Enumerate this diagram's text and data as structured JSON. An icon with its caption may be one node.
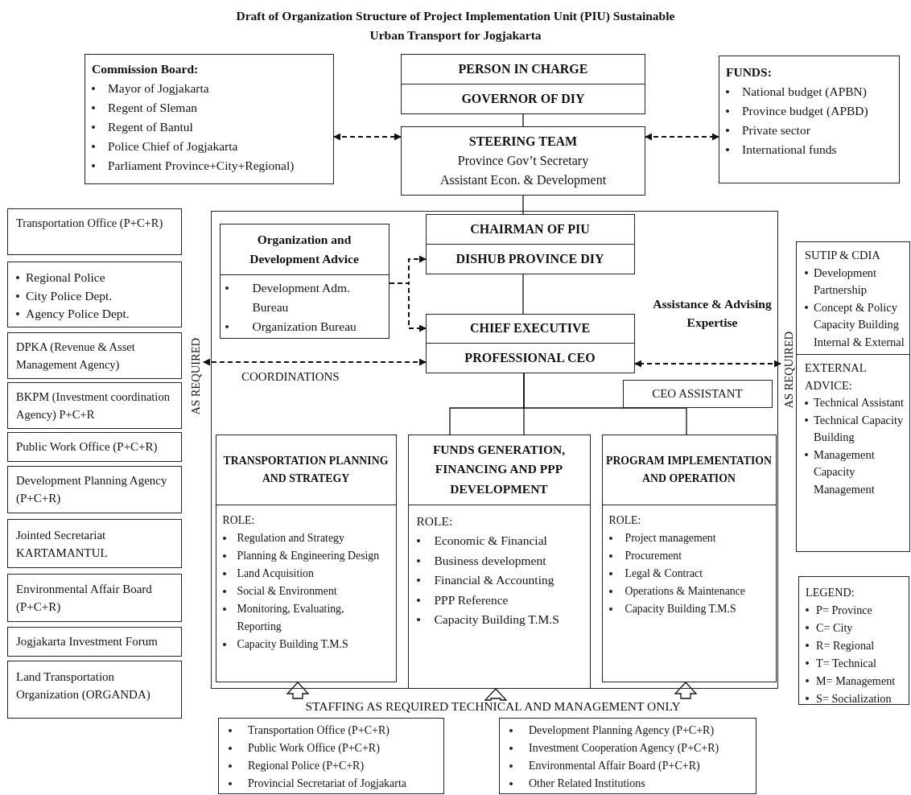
{
  "diagram": {
    "title": "Draft of Organization Structure of Project Implementation Unit (PIU) Sustainable Urban Transport for Jogjakarta",
    "nodes": [
      {
        "text": [
          "Commission Board:",
          "Mayor of Jogjakarta",
          "Regent of Sleman",
          "Regent of Bantul",
          "Police Chief of Jogjakarta",
          "Parliament Province+City+Regional)"
        ]
      },
      {
        "text": [
          "PERSON IN CHARGE",
          "GOVERNOR OF DIY"
        ]
      },
      {
        "text": [
          "STEERING TEAM",
          "Province Gov’t Secretary",
          "Assistant Econ. & Development"
        ]
      },
      {
        "text": [
          "FUNDS:",
          "National budget (APBN)",
          "Province budget (APBD)",
          "Private sector",
          "International funds"
        ]
      },
      {
        "text": [],
        "shape": "box"
      },
      {
        "text": [
          "Organization and Development Advice",
          "Development Adm. Bureau",
          "Organization Bureau"
        ],
        "in": 4
      },
      {
        "text": [
          "CHAIRMAN OF PIU",
          "DISHUB PROVINCE DIY"
        ],
        "in": 4
      },
      {
        "text": [
          "CHIEF EXECUTIVE",
          "PROFESSIONAL CEO"
        ],
        "in": 4
      },
      {
        "text": [
          "CEO ASSISTANT"
        ],
        "in": 4
      },
      {
        "text": [
          "TRANSPORTATION PLANNING AND STRATEGY",
          "ROLE:",
          "Regulation and Strategy",
          "Planning & Engineering Design",
          "Land Acquisition",
          "Social & Environment",
          "Monitoring, Evaluating, Reporting",
          "Capacity Building T.M.S"
        ],
        "in": 4
      },
      {
        "text": [
          "FUNDS GENERATION, FINANCING AND PPP DEVELOPMENT",
          "ROLE:",
          "Economic & Financial",
          "Business development",
          "Financial & Accounting",
          "PPP Reference",
          "Capacity Building T.M.S"
        ],
        "in": 4
      },
      {
        "text": [
          "PROGRAM IMPLEMENTATION AND OPERATION",
          "ROLE:",
          "Project management",
          "Procurement",
          "Legal & Contract",
          "Operations & Maintenance",
          "Capacity Building T.M.S"
        ],
        "in": 4
      },
      {
        "text": [
          "Transportation Office (P+C+R)"
        ]
      },
      {
        "text": [
          "Regional Police",
          "City Police Dept.",
          "Agency Police Dept."
        ]
      },
      {
        "text": [
          "DPKA (Revenue & Asset Management Agency)"
        ]
      },
      {
        "text": [
          "BKPM (Investment coordination Agency) P+C+R"
        ]
      },
      {
        "text": [
          "Public Work Office (P+C+R)"
        ]
      },
      {
        "text": [
          "Development Planning Agency (P+C+R)"
        ]
      },
      {
        "text": [
          "Jointed Secretariat KARTAMANTUL"
        ]
      },
      {
        "text": [
          "Environmental Affair Board (P+C+R)"
        ]
      },
      {
        "text": [
          "Jogjakarta Investment Forum"
        ]
      },
      {
        "text": [
          "Land Transportation Organization (ORGANDA)"
        ]
      },
      {
        "text": [
          "AS REQUIRED"
        ]
      },
      {
        "text": [
          "AS REQUIRED"
        ]
      },
      {
        "text": [
          "SUTIP & CDIA",
          "Development Partnership",
          "Concept & Policy Capacity Building Internal & External",
          "EXTERNAL ADVICE:",
          "Technical Assistant",
          "Technical Capacity Building",
          "Management Capacity Management"
        ]
      },
      {
        "text": [
          "LEGEND:",
          "P= Province",
          "C= City",
          "R= Regional",
          "T= Technical",
          "M= Management",
          "S= Socialization"
        ]
      },
      {
        "text": [
          "STAFFING AS REQUIRED TECHNICAL AND MANAGEMENT ONLY"
        ]
      },
      {
        "text": [
          "Transportation Office (P+C+R)",
          "Public Work Office (P+C+R)",
          "Regional Police (P+C+R)",
          "Provincial Secretariat of Jogjakarta"
        ]
      },
      {
        "text": [
          "Development Planning Agency (P+C+R)",
          "Investment Cooperation Agency (P+C+R)",
          "Environmental Affair Board (P+C+R)",
          "Other Related Institutions"
        ]
      }
    ],
    "edges": [
      {
        "from": 0,
        "to": 2,
        "arrow": "both",
        "style": "dashed"
      },
      {
        "from": 2,
        "to": 3,
        "arrow": "both",
        "style": "dashed"
      },
      {
        "from": 1,
        "to": 2,
        "arrow": "none"
      },
      {
        "from": 2,
        "to": 6,
        "arrow": "none"
      },
      {
        "from": 5,
        "to": 6,
        "arrow": "to",
        "style": "dashed"
      },
      {
        "from": 5,
        "to": 7,
        "arrow": "to",
        "style": "dashed"
      },
      {
        "from": 6,
        "to": 7,
        "arrow": "none"
      },
      {
        "from": 22,
        "to": 7,
        "arrow": "both",
        "style": "dashed",
        "label": "COORDINATIONS"
      },
      {
        "from": 23,
        "to": 7,
        "arrow": "both",
        "style": "dashed",
        "label": "Assistance & Advising Expertise"
      },
      {
        "from": 7,
        "to": 10,
        "arrow": "none"
      },
      {
        "from": 7,
        "to": 10,
        "arrow": "none"
      },
      {
        "from": 7,
        "to": 11,
        "arrow": "none"
      },
      {
        "from": 26,
        "to": 9,
        "arrow": "to",
        "style": "thick"
      },
      {
        "from": 26,
        "to": 10,
        "arrow": "to",
        "style": "thick"
      },
      {
        "from": 26,
        "to": 11,
        "arrow": "to",
        "style": "thick"
      }
    ]
  }
}
